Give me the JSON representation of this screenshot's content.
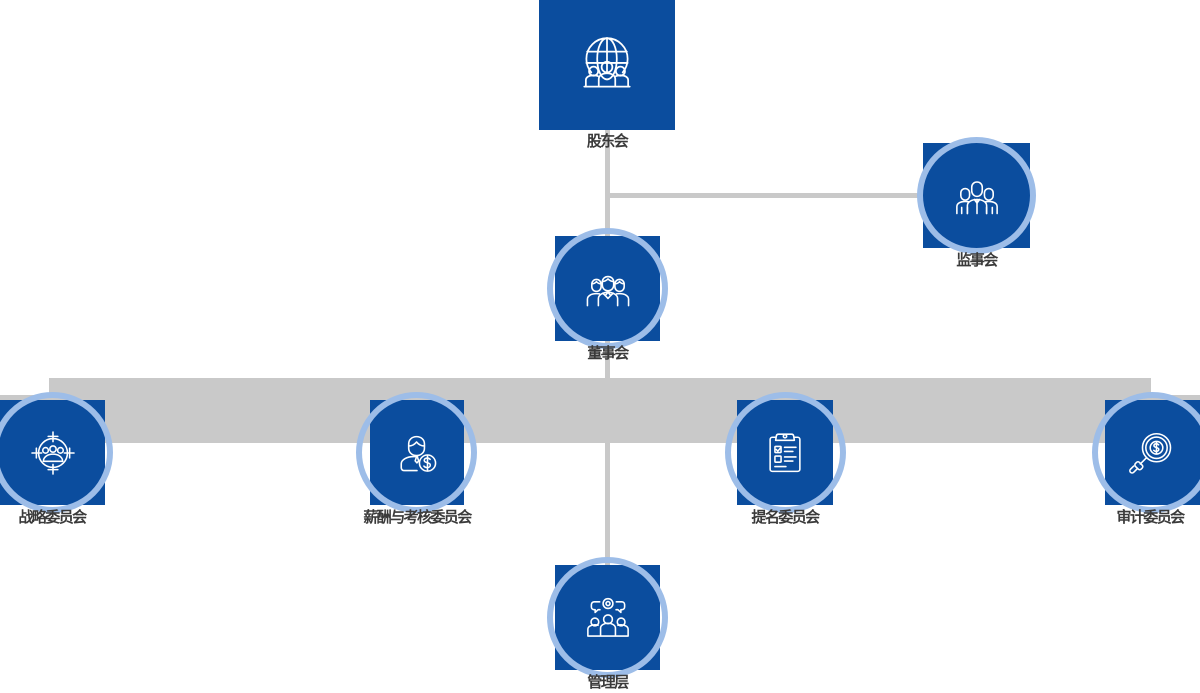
{
  "diagram": {
    "type": "organizational-chart",
    "title": "",
    "palette": {
      "tile_blue": "#0b4d9e",
      "ring_blue": "#9dbde8",
      "connector_gray": "#c9c9c9",
      "label_text": "#3a3a3a",
      "background": "#ffffff"
    },
    "nodes": [
      {
        "id": "shareholders",
        "label": "股东会",
        "icon": "globe-people-icon",
        "shape": "square",
        "has_ring": false
      },
      {
        "id": "supervisors",
        "label": "监事会",
        "icon": "three-people-icon",
        "shape": "square-with-ring",
        "has_ring": true
      },
      {
        "id": "board",
        "label": "董事会",
        "icon": "people-group-icon",
        "shape": "square-with-ring",
        "has_ring": true
      },
      {
        "id": "strategy",
        "label": "战略委员会",
        "icon": "target-people-icon",
        "shape": "square-with-ring",
        "has_ring": true
      },
      {
        "id": "compensation",
        "label": "薪酬与考核委员会",
        "icon": "person-dollar-icon",
        "shape": "square-with-ring",
        "has_ring": true
      },
      {
        "id": "nomination",
        "label": "提名委员会",
        "icon": "clipboard-checklist-icon",
        "shape": "square-with-ring",
        "has_ring": true
      },
      {
        "id": "audit",
        "label": "审计委员会",
        "icon": "magnifier-dollar-icon",
        "shape": "square-with-ring",
        "has_ring": true
      },
      {
        "id": "management",
        "label": "管理层",
        "icon": "meeting-team-icon",
        "shape": "square-with-ring",
        "has_ring": true
      }
    ],
    "edges": [
      {
        "from": "shareholders",
        "to": "board",
        "style": "vertical-line"
      },
      {
        "from": "shareholders",
        "to": "supervisors",
        "style": "elbow-line"
      },
      {
        "from": "board",
        "to": "strategy",
        "style": "bus-bar"
      },
      {
        "from": "board",
        "to": "compensation",
        "style": "bus-bar"
      },
      {
        "from": "board",
        "to": "nomination",
        "style": "bus-bar"
      },
      {
        "from": "board",
        "to": "audit",
        "style": "bus-bar"
      },
      {
        "from": "board",
        "to": "management",
        "style": "vertical-line"
      }
    ]
  }
}
